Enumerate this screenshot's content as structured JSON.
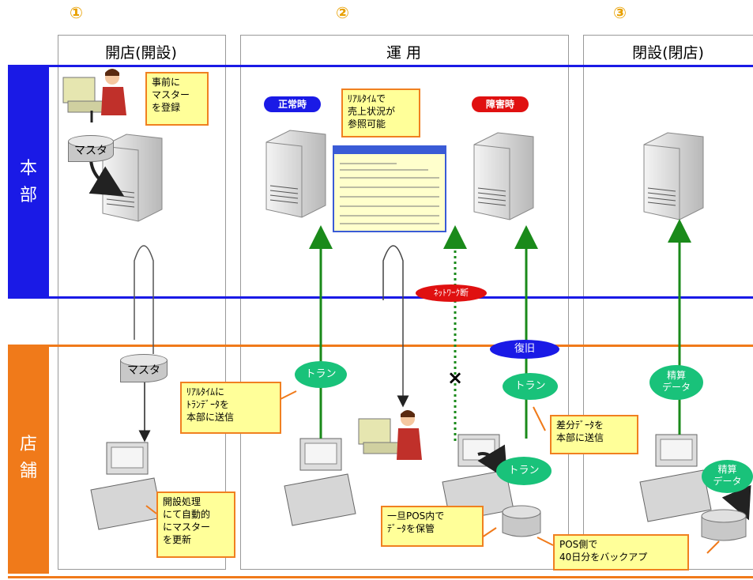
{
  "steps": {
    "n1": "①",
    "n2": "②",
    "n3": "③",
    "col1": "開店(開設)",
    "col2": "運 用",
    "col3": "閉設(閉店)"
  },
  "bands": {
    "hq": "本\n部",
    "store": "店\n舗"
  },
  "hq": {
    "note_register": "事前に\nマスター\nを登録",
    "master_db": "マスタ",
    "normal_badge": "正常時",
    "failure_badge": "障害時",
    "note_realtime": "ﾘｱﾙﾀｲﾑで\n売上状況が\n参照可能"
  },
  "network": {
    "disconnect": "ﾈｯﾄﾜｰｸ断",
    "recovery": "復旧",
    "cross": "×"
  },
  "store": {
    "master_db": "マスタ",
    "note_update": "開設処理\nにて自動的\nにマスター\nを更新",
    "tran1": "トラン",
    "note_send_realtime": "ﾘｱﾙﾀｲﾑに\nﾄﾗﾝﾃﾞｰﾀを\n本部に送信",
    "tran2": "トラン",
    "tran3": "トラン",
    "note_diff": "差分ﾃﾞｰﾀを\n本部に送信",
    "note_keep": "一旦POS内で\nﾃﾞｰﾀを保管",
    "settle1": "精算\nデータ",
    "settle2": "精算\nデータ",
    "note_backup": "POS側で\n40日分をバックアプ"
  },
  "colors": {
    "hq_blue": "#1a1ae6",
    "store_orange": "#f07a1a",
    "tran_green": "#19c27a"
  }
}
